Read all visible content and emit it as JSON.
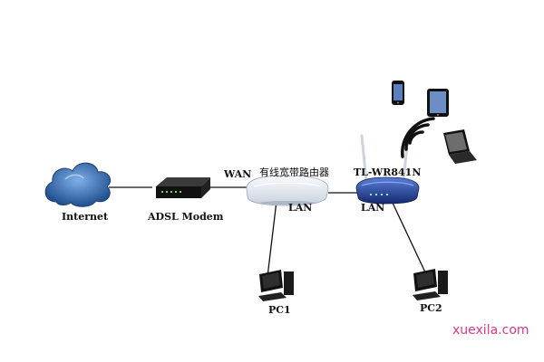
{
  "labels": {
    "internet": "Internet",
    "modem": "ADSL Modem",
    "wan": "WAN",
    "wired_router": "有线宽带路由器",
    "wired_router_lan": "LAN",
    "wireless_router": "TL-WR841N",
    "wireless_router_lan": "LAN",
    "pc1": "PC1",
    "pc2": "PC2"
  },
  "watermark": "xuexila.com",
  "colors": {
    "cloud": "#3a6fb0",
    "wireless_router": "#1f3f9e",
    "wired_router": "#e9edf4",
    "lines": "#111111",
    "devices": "#222222",
    "watermark": "#d9368a"
  }
}
